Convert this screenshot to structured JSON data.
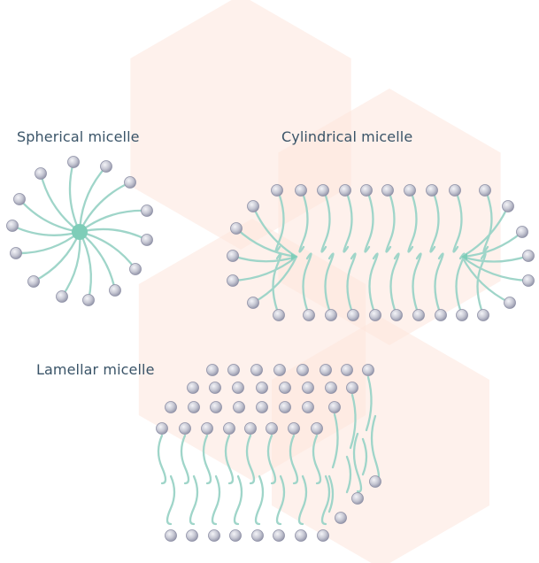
{
  "labels": {
    "spherical": "Spherical micelle",
    "cylindrical": "Cylindrical micelle",
    "lamellar": "Lamellar micelle"
  },
  "colors": {
    "background": "#ffffff",
    "hexagon_fill": "#fde6dc",
    "tail": "#9fd5c9",
    "core": "#7ecdb8",
    "head_fill": "#c8c8d4",
    "head_stroke": "#8e90a6",
    "label_text": "#3a5468"
  }
}
